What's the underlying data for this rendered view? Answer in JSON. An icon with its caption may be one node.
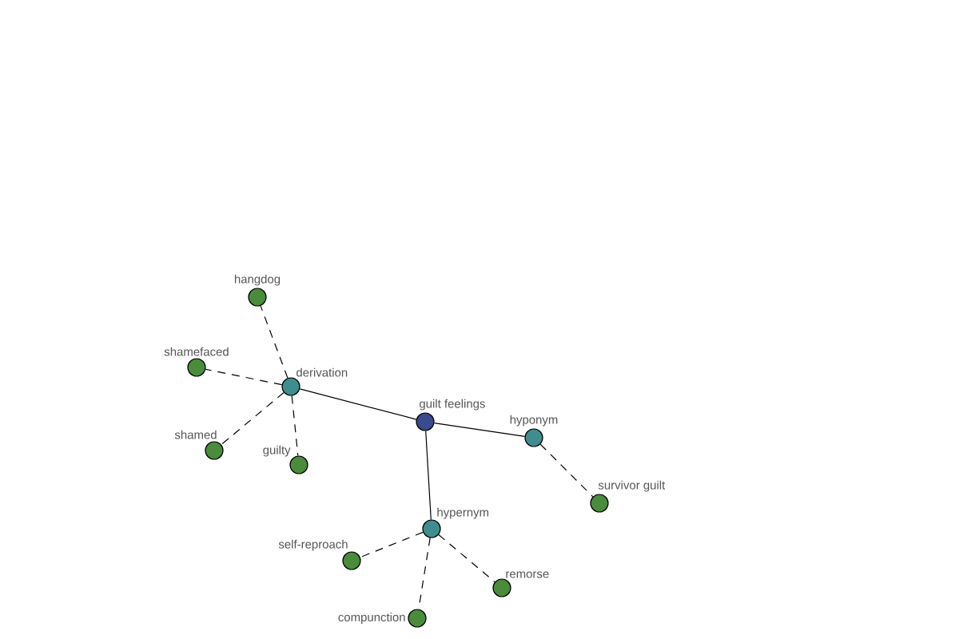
{
  "diagram": {
    "nodes": [
      {
        "text": [
          "hangdog"
        ]
      },
      {
        "text": [
          "shamefaced"
        ]
      },
      {
        "text": [
          "derivation"
        ]
      },
      {
        "text": [
          "guilt feelings"
        ]
      },
      {
        "text": [
          "hyponym"
        ]
      },
      {
        "text": [
          "shamed"
        ]
      },
      {
        "text": [
          "guilty"
        ]
      },
      {
        "text": [
          "survivor guilt"
        ]
      },
      {
        "text": [
          "hypernym"
        ]
      },
      {
        "text": [
          "self-reproach"
        ]
      },
      {
        "text": [
          "remorse"
        ]
      },
      {
        "text": [
          "compunction"
        ]
      }
    ],
    "edges": [
      {
        "from": 3,
        "to": 2,
        "arrow": "none"
      },
      {
        "from": 3,
        "to": 4,
        "arrow": "none"
      },
      {
        "from": 3,
        "to": 8,
        "arrow": "none"
      },
      {
        "from": 2,
        "to": 0,
        "arrow": "none",
        "style": "dashed"
      },
      {
        "from": 2,
        "to": 1,
        "arrow": "none",
        "style": "dashed"
      },
      {
        "from": 2,
        "to": 5,
        "arrow": "none",
        "style": "dashed"
      },
      {
        "from": 2,
        "to": 6,
        "arrow": "none",
        "style": "dashed"
      },
      {
        "from": 4,
        "to": 7,
        "arrow": "none",
        "style": "dashed"
      },
      {
        "from": 8,
        "to": 9,
        "arrow": "none",
        "style": "dashed"
      },
      {
        "from": 8,
        "to": 11,
        "arrow": "none",
        "style": "dashed"
      },
      {
        "from": 8,
        "to": 10,
        "arrow": "none",
        "style": "dashed"
      }
    ]
  }
}
